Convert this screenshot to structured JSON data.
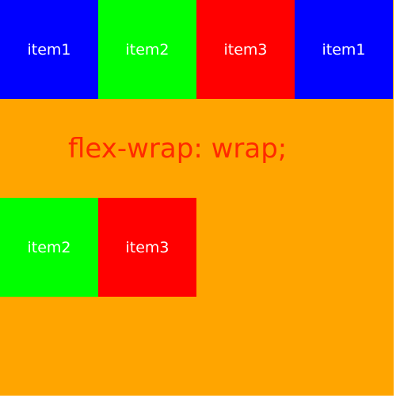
{
  "demo": {
    "caption": "flex-wrap: wrap;",
    "items": [
      {
        "label": "item1",
        "color": "#0000ff"
      },
      {
        "label": "item2",
        "color": "#00ff00"
      },
      {
        "label": "item3",
        "color": "#ff0000"
      },
      {
        "label": "item1",
        "color": "#0000ff"
      },
      {
        "label": "item2",
        "color": "#00ff00"
      },
      {
        "label": "item3",
        "color": "#ff0000"
      }
    ],
    "background": "#ffa500",
    "caption_color": "#ff2a00"
  }
}
